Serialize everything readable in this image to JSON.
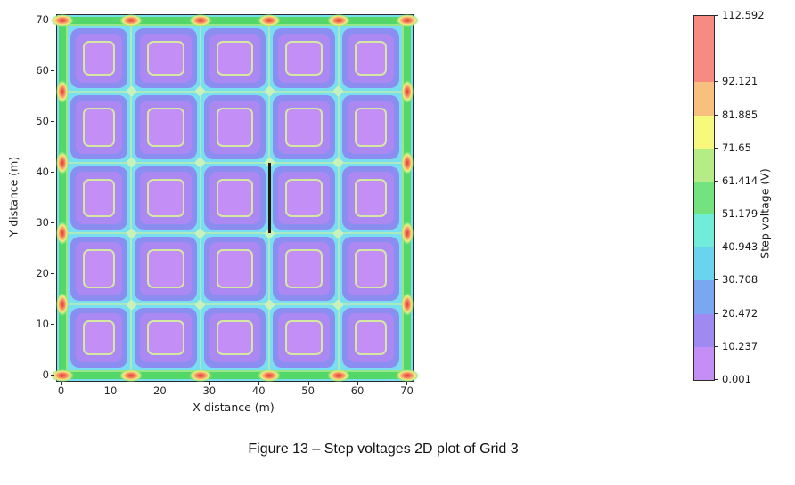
{
  "figure": {
    "caption": "Figure 13 – Step voltages 2D plot of Grid 3"
  },
  "chart_data": {
    "type": "heatmap",
    "subtype": "filled-contour",
    "title": "",
    "xlabel": "X distance (m)",
    "ylabel": "Y distance (m)",
    "x_ticks": [
      0,
      10,
      20,
      30,
      40,
      50,
      60,
      70
    ],
    "y_ticks": [
      0,
      10,
      20,
      30,
      40,
      50,
      60,
      70
    ],
    "x_range_m": [
      -1,
      71
    ],
    "y_range_m": [
      -1,
      71
    ],
    "grid": {
      "description": "5x5 mesh earthing grid; low step voltage (violet) inside each mesh, cyan channels along conductors, green band at perimeter with red/orange hotspots at conductor ends",
      "extent_m": 70,
      "meshes_per_side": 5,
      "mesh_size_m": 14,
      "conductor_positions_m": [
        0,
        14,
        28,
        42,
        56,
        70
      ]
    },
    "annotation_line": {
      "x_m": 42,
      "y_from_m": 28,
      "y_to_m": 42,
      "color": "#241710"
    },
    "colorbar": {
      "label": "Step voltage (V)",
      "tick_labels": [
        "112.592",
        "92.121",
        "81.885",
        "71.65",
        "61.414",
        "51.179",
        "40.943",
        "30.708",
        "20.472",
        "10.237",
        "0.001"
      ],
      "levels": [
        0.001,
        10.237,
        20.472,
        30.708,
        40.943,
        51.179,
        61.414,
        71.65,
        81.885,
        92.121,
        112.592
      ],
      "segment_colors_low_to_high": [
        "#c48ef5",
        "#a189f2",
        "#7aa7f1",
        "#6cd3ee",
        "#71ecd9",
        "#74e27e",
        "#b5ec85",
        "#f8f87c",
        "#f7c07e",
        "#f78a82"
      ]
    },
    "palette": {
      "cell_center": "#c38ff6",
      "cell_contour_line": "#d5e8a2",
      "cell_mid_ring": "#ab88f2",
      "cell_outer_ring": "#8a8ef0",
      "channel": "#79dff0",
      "channel_center_line": "#a9eac0",
      "intersection_diamond": "#c9f2bb",
      "perimeter_band": "#52d768",
      "perimeter_inner_line": "#97e786",
      "hotspot_core": "#e83d37",
      "hotspot_mid": "#f5a671",
      "hotspot_halo": "#f6ee79"
    }
  }
}
